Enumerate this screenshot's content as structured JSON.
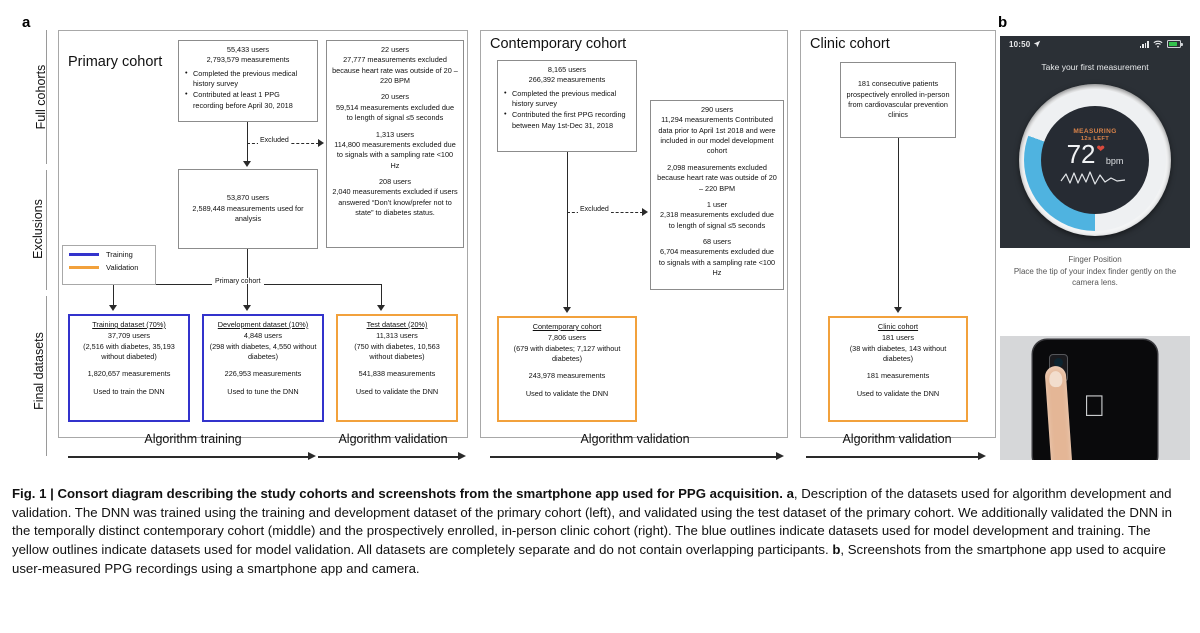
{
  "panels": {
    "a_letter": "a",
    "b_letter": "b"
  },
  "row_labels": [
    "Full cohorts",
    "Exclusions",
    "Final datasets"
  ],
  "legend": {
    "items": [
      {
        "label": "Training",
        "color": "#3333cc"
      },
      {
        "label": "Validation",
        "color": "#f2a13c"
      }
    ]
  },
  "primary": {
    "title": "Primary cohort",
    "top_box": {
      "line1": "55,433 users",
      "line2": "2,793,579 measurements",
      "bullets": [
        "Completed the previous medical history survey",
        "Contributed at least 1 PPG recording before April 30, 2018"
      ]
    },
    "excluded_label": "Excluded",
    "exclusions_box": [
      {
        "l1": "22 users",
        "l2": "27,777 measurements excluded because heart rate was outside of 20 – 220 BPM"
      },
      {
        "l1": "20 users",
        "l2": "59,514 measurements excluded due to length of signal ≤5 seconds"
      },
      {
        "l1": "1,313 users",
        "l2": "114,800 measurements excluded due to signals with a sampling rate <100 Hz"
      },
      {
        "l1": "208 users",
        "l2": "2,040 measurements excluded if users answered “Don’t know/prefer not to state” to diabetes status."
      }
    ],
    "analysis_box": {
      "line1": "53,870 users",
      "line2": "2,589,448 measurements used for analysis"
    },
    "split_label": "Primary cohort",
    "datasets": [
      {
        "header": "Training dataset (70%)",
        "users": "37,709 users",
        "breakdown": "(2,516 with diabetes, 35,193 without diabeted)",
        "measurements": "1,820,657 measurements",
        "usage": "Used to train the DNN",
        "outline": "blue"
      },
      {
        "header": "Development dataset (10%)",
        "users": "4,848 users",
        "breakdown": "(298 with diabetes, 4,550 without diabetes)",
        "measurements": "226,953 measurements",
        "usage": "Used to tune the DNN",
        "outline": "blue"
      },
      {
        "header": "Test dataset (20%)",
        "users": "11,313 users",
        "breakdown": "(750 with diabetes, 10,563 without diabetes)",
        "measurements": "541,838 measurements",
        "usage": "Used to validate the DNN",
        "outline": "orange"
      }
    ],
    "bottom_labels": [
      "Algorithm training",
      "Algorithm validation"
    ]
  },
  "contemporary": {
    "title": "Contemporary cohort",
    "top_box": {
      "line1": "8,165 users",
      "line2": "266,392 measurements",
      "bullets": [
        "Completed the previous medical history survey",
        "Contributed the first PPG recording between May 1st-Dec 31, 2018"
      ]
    },
    "excluded_label": "Excluded",
    "exclusions_box": [
      {
        "l1": "290 users",
        "l2": "11,294 measurements Contributed data prior to April 1st 2018 and were included in our model development cohort"
      },
      {
        "l1": "",
        "l2": "2,098 measurements excluded because heart rate was outside of 20 – 220 BPM"
      },
      {
        "l1": "1 user",
        "l2": "2,318 measurements excluded due to length of signal ≤5 seconds"
      },
      {
        "l1": "68 users",
        "l2": "6,704 measurements excluded due to signals with a sampling rate <100 Hz"
      }
    ],
    "dataset": {
      "header": "Contemporary cohort",
      "users": "7,806 users",
      "breakdown": "(679 with diabetes; 7,127 without diabetes)",
      "measurements": "243,978 measurements",
      "usage": "Used to validate the DNN",
      "outline": "orange"
    },
    "bottom_label": "Algorithm validation"
  },
  "clinic": {
    "title": "Clinic cohort",
    "top_box": {
      "text": "181 consecutive patients prospectively enrolled in-person from cardiovascular prevention clinics"
    },
    "dataset": {
      "header": "Clinic cohort",
      "users": "181 users",
      "breakdown": "(38 with diabetes, 143 without diabetes)",
      "measurements": "181 measurements",
      "usage": "Used to validate the DNN",
      "outline": "orange"
    },
    "bottom_label": "Algorithm validation"
  },
  "app": {
    "status_time": "10:50",
    "screen_title": "Take your first measurement",
    "measuring_label": "MEASURING",
    "seconds_left": "12s LEFT",
    "bpm_value": "72",
    "bpm_unit": "bpm",
    "finger_caption_title": "Finger Position",
    "finger_caption_body": "Place the tip of your index finder gently on the camera lens."
  },
  "caption": {
    "figure_label": "Fig. 1 |",
    "bold_title": "Consort diagram describing the study cohorts and screenshots from the smartphone app used for PPG acquisition.",
    "a_marker": "a",
    "body_a": ", Description of the datasets used for algorithm development and validation. The DNN was trained using the training and development dataset of the primary cohort (left), and validated using the test dataset of the primary cohort. We additionally validated the DNN in the temporally distinct contemporary cohort (middle) and the prospectively enrolled, in-person clinic cohort (right). The blue outlines indicate datasets used for model development and training. The yellow outlines indicate datasets used for model validation. All datasets are completely separate and do not contain overlapping participants. ",
    "b_marker": "b",
    "body_b": ", Screenshots from the smartphone app used to acquire user-measured PPG recordings using a smartphone app and camera."
  },
  "colors": {
    "training_blue": "#3333cc",
    "validation_orange": "#f2a13c",
    "gauge_blue": "#4fb3e0",
    "heart_red": "#d94a3d"
  }
}
